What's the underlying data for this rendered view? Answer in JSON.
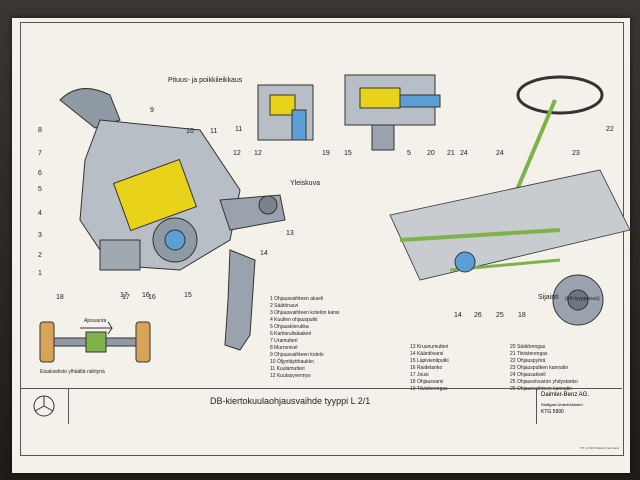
{
  "headings": {
    "section": "Pituus- ja poikkileikkaus",
    "overview": "Yleiskuva",
    "location": "Sijainti",
    "location_sub": "(LA-tyyppeissä)",
    "direction": "Ajosuunta",
    "front_axle": "Etuakselisto ylhäältä nähtynä"
  },
  "legend": {
    "col1": [
      "1 Ohjausvaihteen akseli",
      "2 Säätöruuvi",
      "3 Ohjausvaihteen kotelon kansi",
      "4 Kuulien ohjausputki",
      "5 Ohjauskierukka",
      "6 Kartiorullalaakeri",
      "7 Uramutteri",
      "8 Murronivel",
      "9 Ohjausvaihteen kotelo",
      "10 Öljyntäyttöaukko",
      "11 Kuulamutteri",
      "12 Kuulasyvennys"
    ],
    "col2": [
      "13 Kruunumutteri",
      "14 Kääntövarsi",
      "15 Läpivientiputki",
      "16 Raidetanko",
      "17 Jousi",
      "18 Ohjausvarsi",
      "19 Tiivisterengas"
    ],
    "col3": [
      "20 Säätörengas",
      "21 Tiivisterengas",
      "22 Ohjauspyörä",
      "23 Ohjausputken kannatin",
      "24 Ohjausakseli",
      "25 Ohjausvivuston yhdystanko",
      "26 Ohjausvaihteen kannatin"
    ]
  },
  "callouts": {
    "main": [
      "8",
      "9",
      "7",
      "10",
      "11",
      "6",
      "12",
      "5",
      "4",
      "3",
      "2",
      "1",
      "17",
      "16",
      "15",
      "13",
      "14"
    ],
    "section": [
      "11",
      "12",
      "19",
      "15",
      "5",
      "20",
      "21"
    ],
    "location": [
      "22",
      "23",
      "24",
      "24",
      "14",
      "26",
      "25",
      "18"
    ],
    "axle": [
      "18",
      "17",
      "16"
    ]
  },
  "title_block": {
    "title": "DB-kiertokuulaohjausvaihde tyyppi L 2/1",
    "company": "Daimler-Benz AG.",
    "city": "Stuttgart-Untertürkheim",
    "code": "KTG 5990",
    "footnote": "TIT. 3. 60 Printed in Germany"
  },
  "colors": {
    "paper": "#f4f1ea",
    "steel": "#9aa3ad",
    "yellow": "#e8d21a",
    "blue": "#5b9fd6",
    "green": "#7fb24a"
  }
}
